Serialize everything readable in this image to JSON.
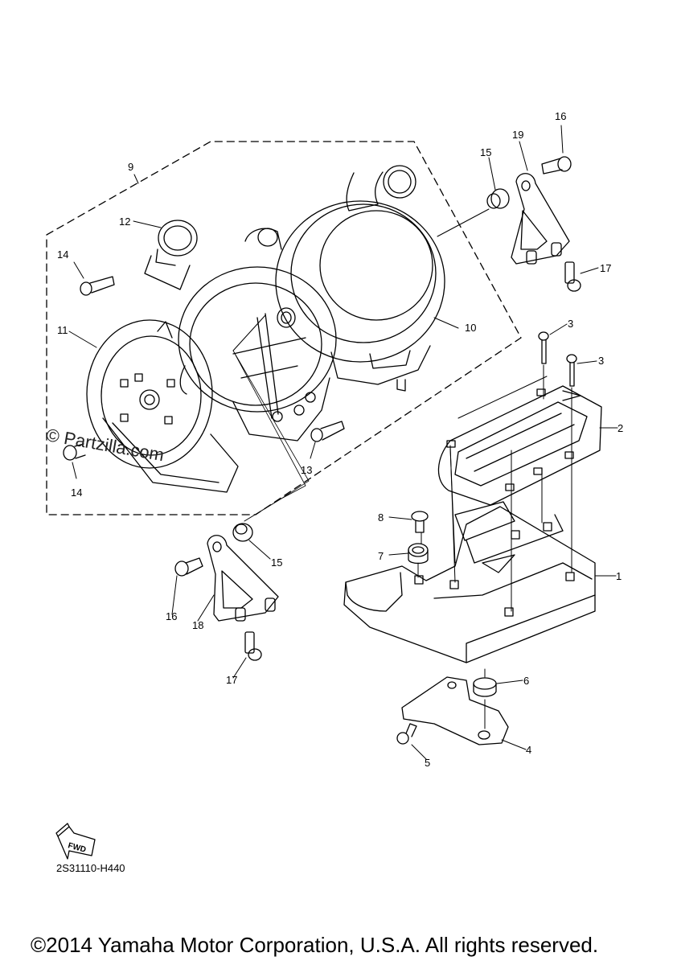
{
  "callouts": {
    "c1": "1",
    "c2": "2",
    "c3a": "3",
    "c3b": "3",
    "c4": "4",
    "c5": "5",
    "c6": "6",
    "c7": "7",
    "c8": "8",
    "c9": "9",
    "c10": "10",
    "c11": "11",
    "c12": "12",
    "c13": "13",
    "c14a": "14",
    "c14b": "14",
    "c15a": "15",
    "c15b": "15",
    "c16a": "16",
    "c16b": "16",
    "c17a": "17",
    "c17b": "17",
    "c18": "18",
    "c19": "19"
  },
  "fwd_label": "FWD",
  "part_code": "2S31110-H440",
  "watermark": "© Partzilla.com",
  "copyright": "©2014 Yamaha Motor Corporation, U.S.A. All rights reserved."
}
